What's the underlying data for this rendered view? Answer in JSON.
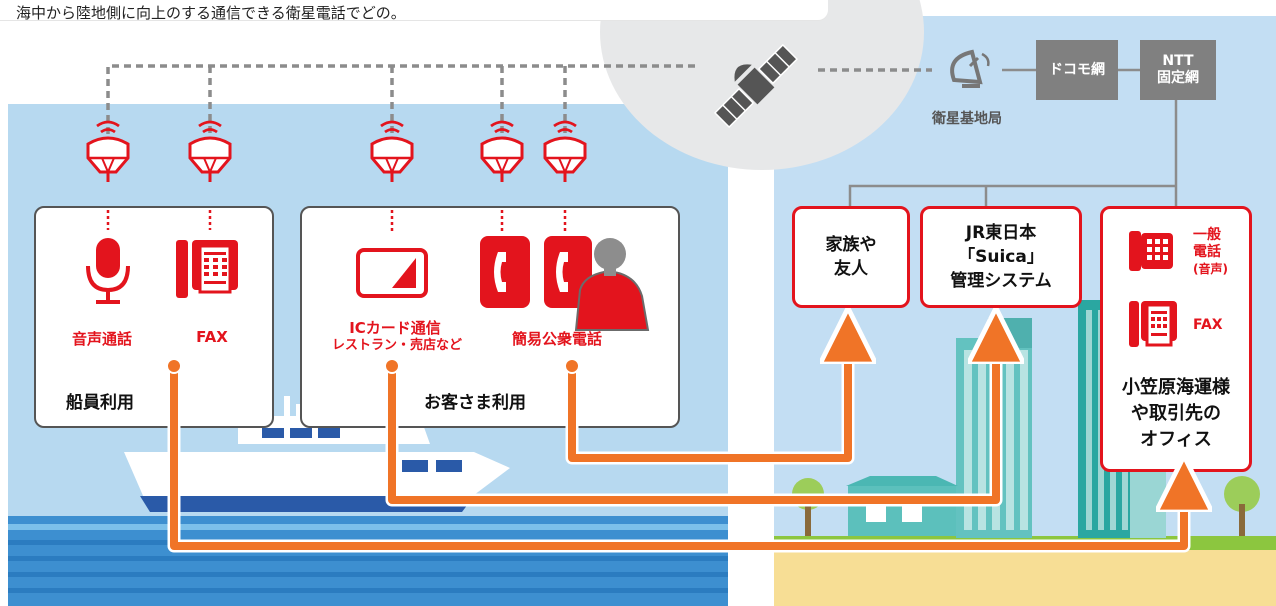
{
  "caption": "海中から陸地側に向上のする通信できる衛星電話でどの。",
  "nodes": {
    "docomo": "ドコモ網",
    "ntt_line1": "NTT",
    "ntt_line2": "固定網",
    "ground_station": "衛星基地局"
  },
  "crew_box": {
    "voice_label": "音声通話",
    "fax_label": "FAX",
    "title": "船員利用"
  },
  "guest_box": {
    "ic_label_1": "ICカード通信",
    "ic_label_2": "レストラン・売店など",
    "phone_label": "簡易公衆電話",
    "title": "お客さま利用"
  },
  "destinations": {
    "family_line1": "家族や",
    "family_line2": "友人",
    "suica_line1": "JR東日本",
    "suica_line2": "「Suica」",
    "suica_line3": "管理システム",
    "office": {
      "phone_line1": "一般",
      "phone_line2": "電話",
      "phone_line3": "(音声)",
      "fax": "FAX",
      "title_line1": "小笠原海運様",
      "title_line2": "や取引先の",
      "title_line3": "オフィス"
    }
  },
  "colors": {
    "red": "#e3141d",
    "orange": "#f07427",
    "sea": "#b7d9f0",
    "sky": "#c3def3",
    "gray": "#808080"
  }
}
